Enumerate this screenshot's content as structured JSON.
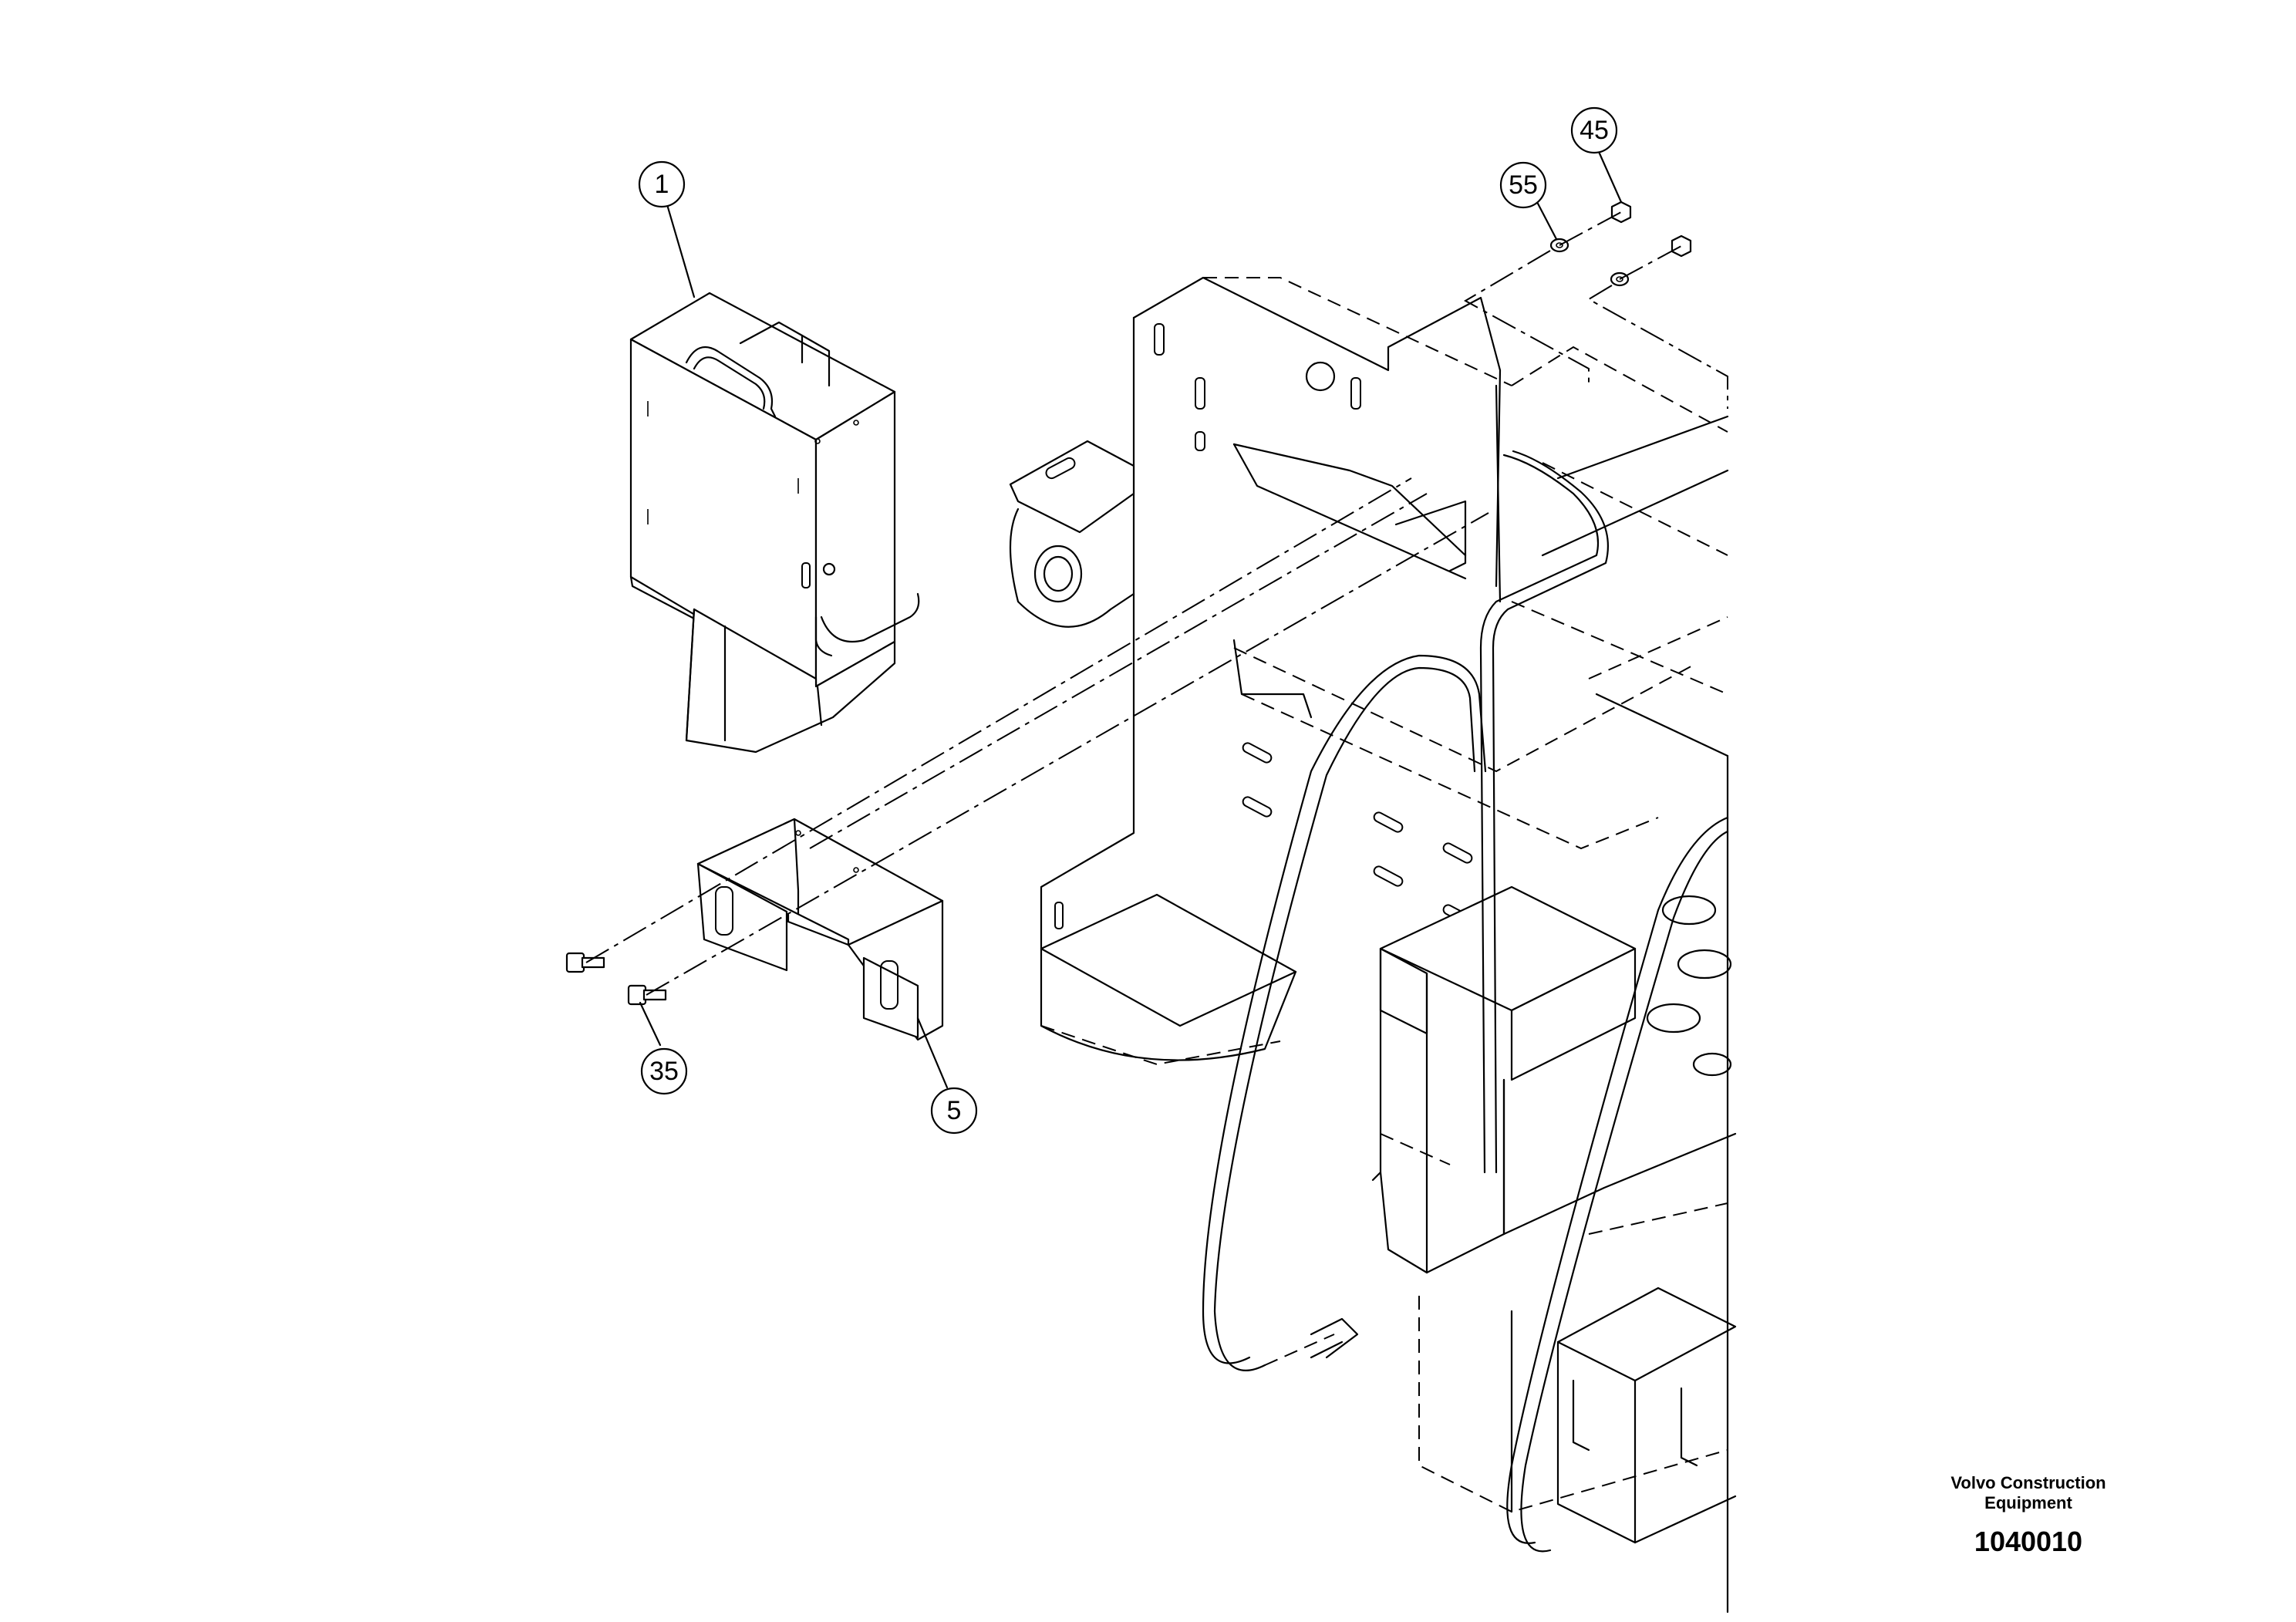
{
  "callouts": [
    {
      "label": "1"
    },
    {
      "label": "5"
    },
    {
      "label": "35"
    },
    {
      "label": "45"
    },
    {
      "label": "55"
    }
  ],
  "footer": {
    "company_line1": "Volvo Construction",
    "company_line2": "Equipment",
    "drawing_number": "1040010"
  }
}
